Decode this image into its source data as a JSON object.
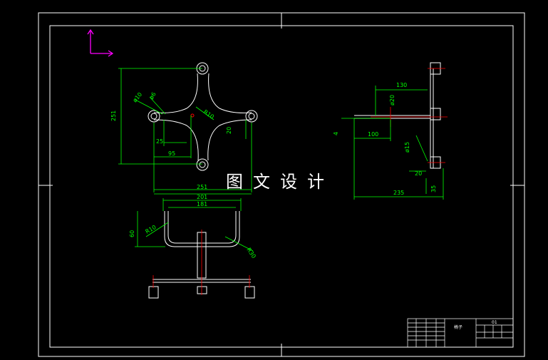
{
  "watermark": "图文设计",
  "top_view": {
    "dims": [
      "251",
      "95",
      "ø10",
      "ø6",
      "R10",
      "25",
      "20"
    ]
  },
  "side_view": {
    "dims": [
      "130",
      "ø20",
      "4",
      "100",
      "ø15",
      "20",
      "235",
      "35"
    ]
  },
  "front_view": {
    "dims": [
      "251",
      "201",
      "181",
      "60",
      "R10",
      "R30"
    ]
  },
  "title_block": {
    "name": "椅子",
    "code": "01"
  },
  "colors": {
    "background": "#000000",
    "geometry": "#ffffff",
    "dimension": "#00ff00",
    "centerline": "#ff0000",
    "ucs": "#ff00ff"
  }
}
